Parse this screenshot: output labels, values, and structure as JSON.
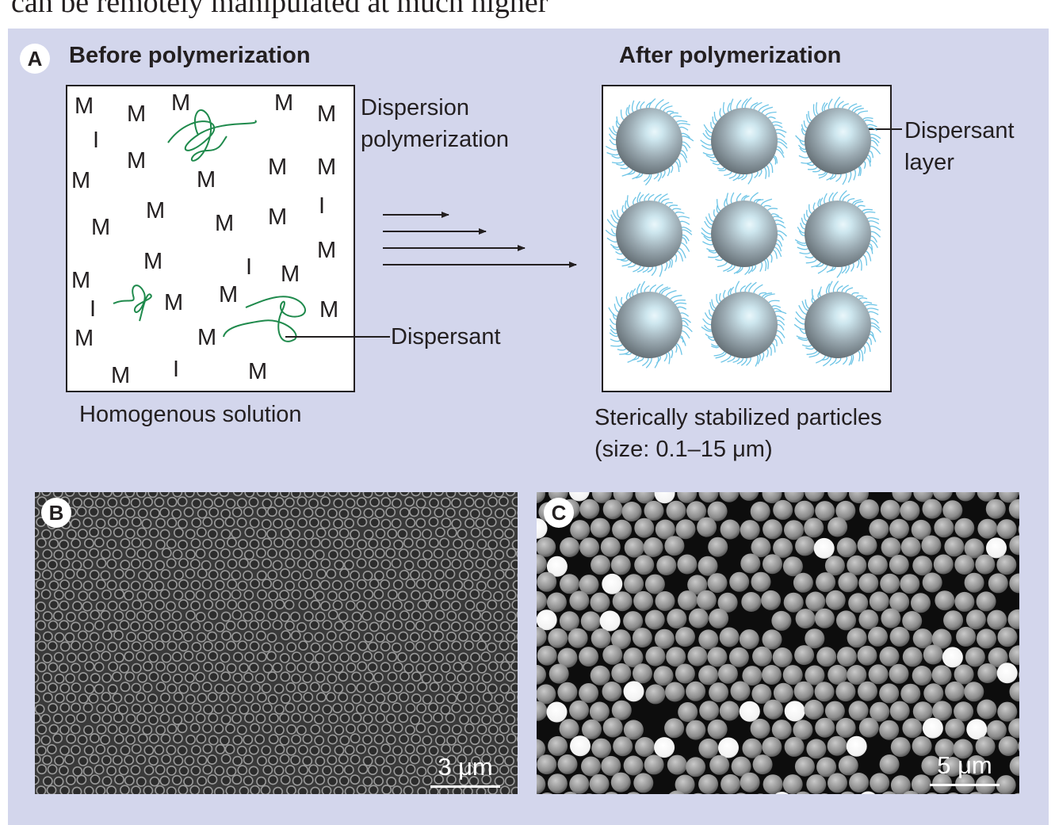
{
  "page": {
    "continuation_text": "can be remotely manipulated at much higher"
  },
  "panel_a": {
    "badge": "A",
    "before_title": "Before polymerization",
    "after_title": "After polymerization",
    "process_label_line1": "Dispersion",
    "process_label_line2": "polymerization",
    "dispersant_label": "Dispersant",
    "dispersant_layer_line1": "Dispersant",
    "dispersant_layer_line2": "layer",
    "before_caption": "Homogenous solution",
    "after_caption_line1": "Sterically stabilized particles",
    "after_caption_line2": "(size: 0.1–15 μm)",
    "monomer_symbol": "M",
    "initiator_symbol": "I"
  },
  "panel_b": {
    "badge": "B",
    "scale_label": "3 μm"
  },
  "panel_c": {
    "badge": "C",
    "scale_label": "5 μm"
  },
  "colors": {
    "panel_background": "#d3d6ec",
    "dispersant_chain": "#1f8a4c",
    "dispersant_hairs": "#6cc4e6",
    "particle_grey": "#8f9ba3",
    "text": "#231f20"
  }
}
